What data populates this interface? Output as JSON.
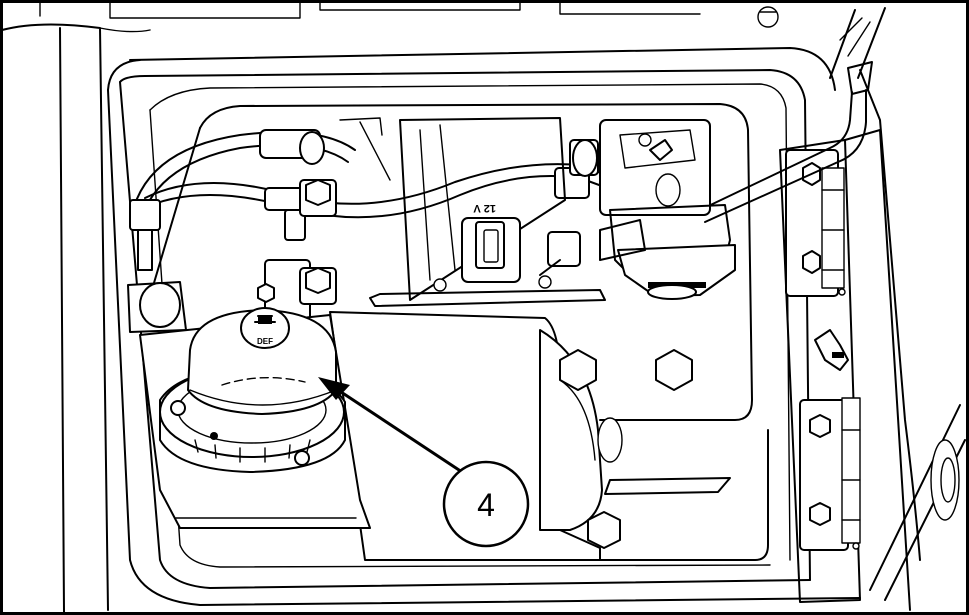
{
  "figure": {
    "callout": "4",
    "tank_cap_label": "DEF",
    "socket_label": "12 V"
  }
}
